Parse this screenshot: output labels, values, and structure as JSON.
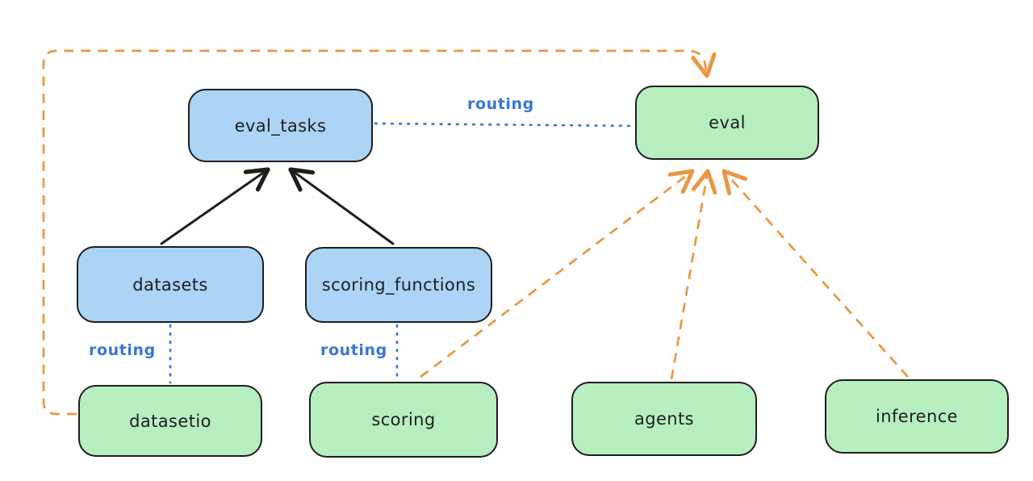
{
  "diagram": {
    "background": "#ffffff",
    "colors": {
      "node_stroke": "#1e1e1e",
      "blue_fill": "#abd4f6",
      "green_fill": "#b7efc0",
      "routing_blue": "#3875d6",
      "orange": "#ec9540",
      "black_arrow": "#1e1e1e"
    },
    "nodes": [
      {
        "id": "eval_tasks",
        "label": "eval_tasks",
        "color": "blue"
      },
      {
        "id": "eval",
        "label": "eval",
        "color": "green"
      },
      {
        "id": "datasets",
        "label": "datasets",
        "color": "blue"
      },
      {
        "id": "scoring_functions",
        "label": "scoring_functions",
        "color": "blue"
      },
      {
        "id": "datasetio",
        "label": "datasetio",
        "color": "green"
      },
      {
        "id": "scoring",
        "label": "scoring",
        "color": "green"
      },
      {
        "id": "agents",
        "label": "agents",
        "color": "green"
      },
      {
        "id": "inference",
        "label": "inference",
        "color": "green"
      }
    ],
    "edge_labels": {
      "eval_tasks_to_eval": {
        "text": "routing"
      },
      "datasets_to_datasetio": {
        "text": "routing"
      },
      "scoring_functions_to_scoring": {
        "text": "routing"
      }
    },
    "edges": [
      {
        "from": "datasets",
        "to": "eval_tasks",
        "style": "solid-black-arrow"
      },
      {
        "from": "scoring_functions",
        "to": "eval_tasks",
        "style": "solid-black-arrow"
      },
      {
        "from": "eval_tasks",
        "to": "eval",
        "style": "dotted-blue",
        "label": "routing"
      },
      {
        "from": "datasets",
        "to": "datasetio",
        "style": "dotted-blue",
        "label": "routing"
      },
      {
        "from": "scoring_functions",
        "to": "scoring",
        "style": "dotted-blue",
        "label": "routing"
      },
      {
        "from": "datasetio",
        "to": "eval",
        "style": "dashed-orange-arrow",
        "route": "left-and-over-top"
      },
      {
        "from": "scoring",
        "to": "eval",
        "style": "dashed-orange-arrow"
      },
      {
        "from": "agents",
        "to": "eval",
        "style": "dashed-orange-arrow"
      },
      {
        "from": "inference",
        "to": "eval",
        "style": "dashed-orange-arrow"
      }
    ]
  }
}
